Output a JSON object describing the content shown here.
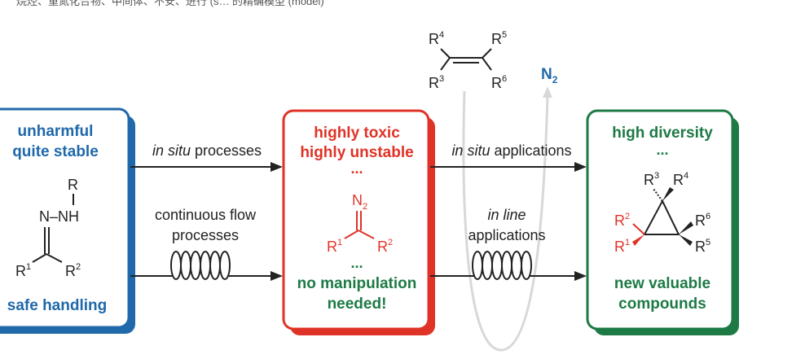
{
  "header_fragment": "烷烃、重氮化合物、中间体、不安、进行 (s… 的精确模型 (model)",
  "left_box": {
    "title_line1": "unharmful",
    "title_line2": "quite stable",
    "footer": "safe handling",
    "structure": {
      "R_top": "R",
      "NH": "N–NH",
      "R1": "R",
      "R1_sup": "1",
      "R2": "R",
      "R2_sup": "2"
    }
  },
  "middle_box": {
    "title_line1": "highly toxic",
    "title_line2": "highly unstable",
    "ellipsis_top": "...",
    "ellipsis_bottom": "...",
    "footer_line1": "no manipulation",
    "footer_line2": "needed!",
    "structure": {
      "N2_N": "N",
      "N2_sub": "2",
      "R1": "R",
      "R1_sup": "1",
      "R2": "R",
      "R2_sup": "2"
    }
  },
  "right_box": {
    "title": "high diversity",
    "ellipsis": "...",
    "footer_line1": "new valuable",
    "footer_line2": "compounds",
    "structure": {
      "R3": "R",
      "R3_sup": "3",
      "R4": "R",
      "R4_sup": "4",
      "R2": "R",
      "R2_sup": "2",
      "R1": "R",
      "R1_sup": "1",
      "R6": "R",
      "R6_sup": "6",
      "R5": "R",
      "R5_sup": "5"
    }
  },
  "arrows": {
    "top_left_italic": "in situ",
    "top_left_rest": " processes",
    "bottom_left_line1": "continuous flow",
    "bottom_left_line2": "processes",
    "top_right_italic": "in situ",
    "top_right_rest": " applications",
    "bottom_right_italic": "in line",
    "bottom_right_line2": "applications"
  },
  "alkene": {
    "R4": "R",
    "R4_sup": "4",
    "R5": "R",
    "R5_sup": "5",
    "R3": "R",
    "R3_sup": "3",
    "R6": "R",
    "R6_sup": "6"
  },
  "byproduct": {
    "N": "N",
    "sub": "2"
  },
  "colors": {
    "blue": "#1f68aa",
    "red": "#e03327",
    "green": "#1d7a45",
    "shadow_blue": "#1f68aa",
    "shadow_red": "#e03327",
    "shadow_green": "#1d7a45"
  }
}
